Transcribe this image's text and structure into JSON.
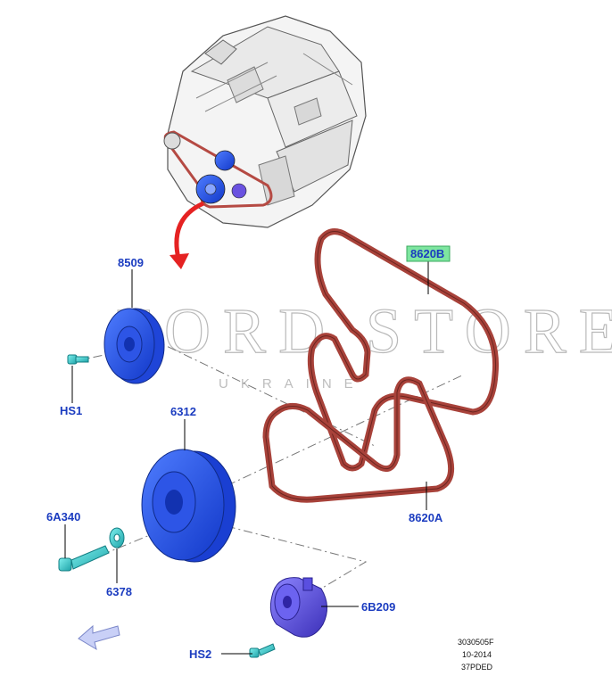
{
  "watermark": {
    "title": "FORD STORE",
    "subtitle": "UKRAINE"
  },
  "parts": {
    "p8509": "8509",
    "pHS1": "HS1",
    "p6312": "6312",
    "p6A340": "6A340",
    "p6378": "6378",
    "p8620B": "8620B",
    "p8620A": "8620A",
    "p6B209": "6B209",
    "pHS2": "HS2"
  },
  "footer": {
    "line1": "3030505F",
    "line2": "10-2014",
    "line3": "37PDED"
  },
  "colors": {
    "label": "#1b3cc0",
    "belt": "#a8423a",
    "part_blue": "#2f5ff0",
    "bolt": "#3cc7c7",
    "highlight": "#7ee6a0",
    "arrow": "#e52222"
  }
}
